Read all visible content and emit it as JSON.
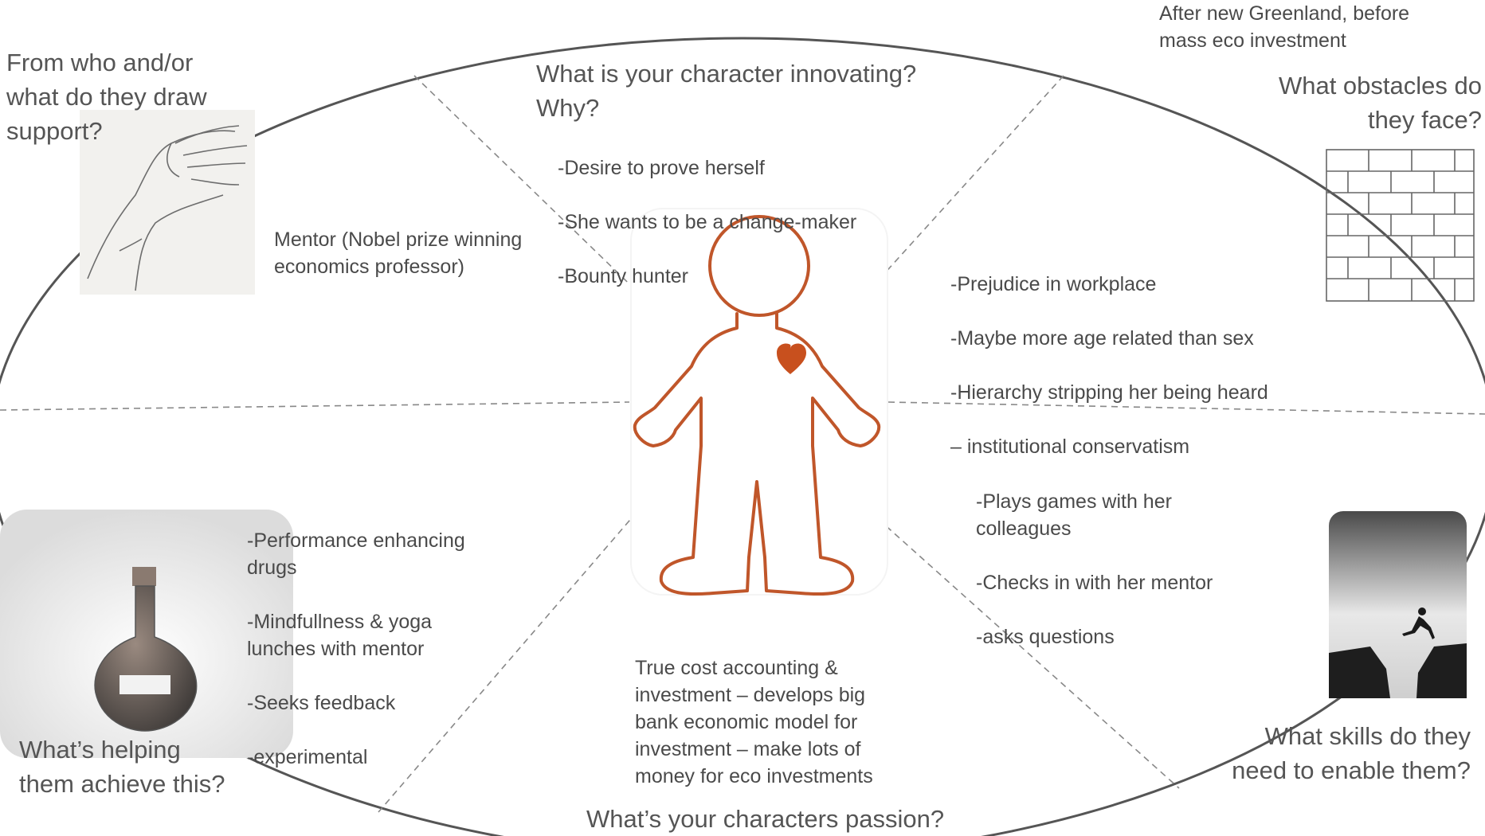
{
  "setting_note": "After new Greenland, before\nmass eco investment",
  "questions": {
    "innovating": "What is your character innovating?\nWhy?",
    "support": "From who and/or\nwhat do they draw\nsupport?",
    "obstacles": "What obstacles do\nthey face?",
    "helping": "What’s helping\nthem achieve this?",
    "skills": "What skills do they\nneed to enable them?",
    "passion": "What’s your characters passion?"
  },
  "answers": {
    "innovating": [
      "-Desire to prove herself",
      "-She wants to be a change-maker",
      "-Bounty hunter"
    ],
    "support": "Mentor (Nobel prize winning\neconomics professor)",
    "obstacles": [
      "-Prejudice in workplace",
      "-Maybe more age related than sex",
      "-Hierarchy stripping her being heard",
      "– institutional conservatism"
    ],
    "helping": [
      "-Performance enhancing\ndrugs",
      "-Mindfullness & yoga\nlunches with mentor",
      "-Seeks feedback",
      "-experimental"
    ],
    "skills": [
      "-Plays games with her\ncolleagues",
      "-Checks in with her mentor",
      "-asks questions"
    ],
    "passion": "True cost accounting &\ninvestment – develops big\nbank economic model for\ninvestment – make lots of\nmoney for eco investments"
  },
  "icons": {
    "support": "hand-sketch-icon",
    "obstacles": "brick-wall-icon",
    "helping": "potion-bottle-icon",
    "skills": "cliff-leap-icon",
    "character": "person-outline-icon",
    "heart": "heart-icon"
  },
  "colors": {
    "outline": "#c0562a",
    "heart": "#c8501e",
    "ellipse": "#555555",
    "dashes": "#888888"
  }
}
